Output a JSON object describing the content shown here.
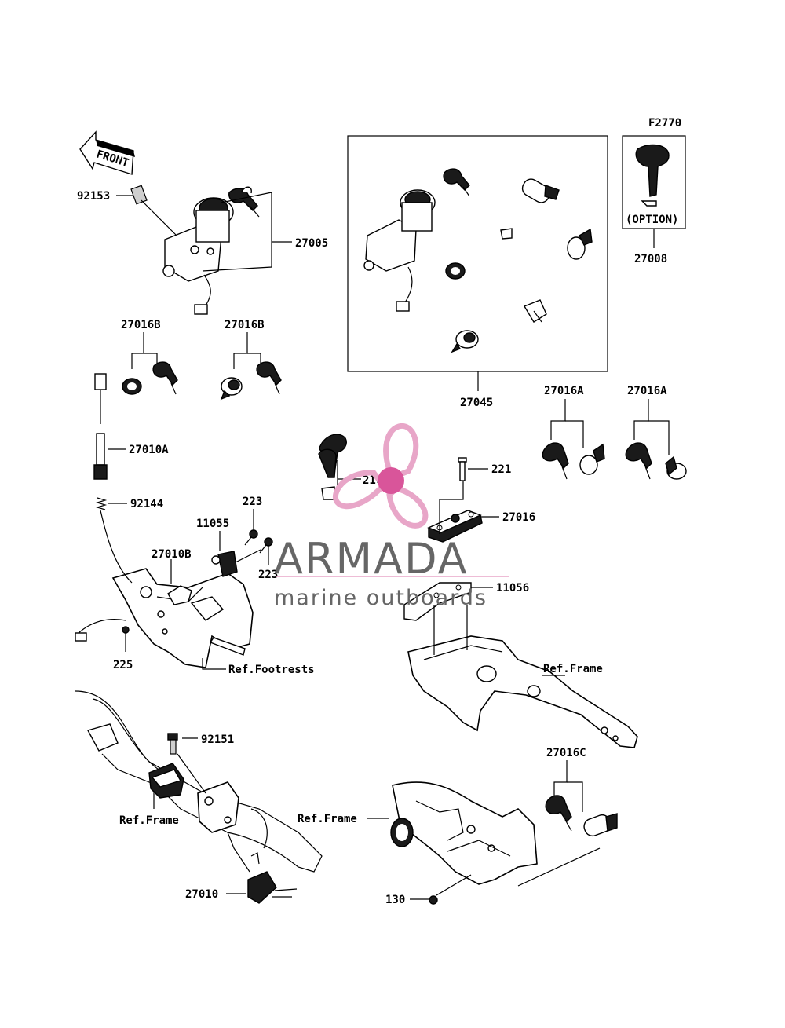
{
  "figure_code": "F2770",
  "front_label": "FRONT",
  "option_label": "(OPTION)",
  "watermark": {
    "brand": "ARMADA",
    "tagline": "marine outboards",
    "logo_color": "#e8a6c8",
    "logo_center_color": "#d9559a",
    "text_color": "#666666"
  },
  "labels": {
    "p92153": "92153",
    "p27005": "27005",
    "p27008": "27008",
    "p27045": "27045",
    "p27016B_a": "27016B",
    "p27016B_b": "27016B",
    "p27016A_a": "27016A",
    "p27016A_b": "27016A",
    "p27010A": "27010A",
    "p92144": "92144",
    "p21007": "21007",
    "p221": "221",
    "p27016": "27016",
    "p223_a": "223",
    "p223_b": "223",
    "p11055": "11055",
    "p27010B": "27010B",
    "p11056": "11056",
    "p225": "225",
    "ref_footrests": "Ref.Footrests",
    "ref_frame_right": "Ref.Frame",
    "p92151": "92151",
    "p27016C": "27016C",
    "ref_frame_left": "Ref.Frame",
    "ref_frame_bottom": "Ref.Frame",
    "p27010": "27010",
    "p130": "130"
  }
}
